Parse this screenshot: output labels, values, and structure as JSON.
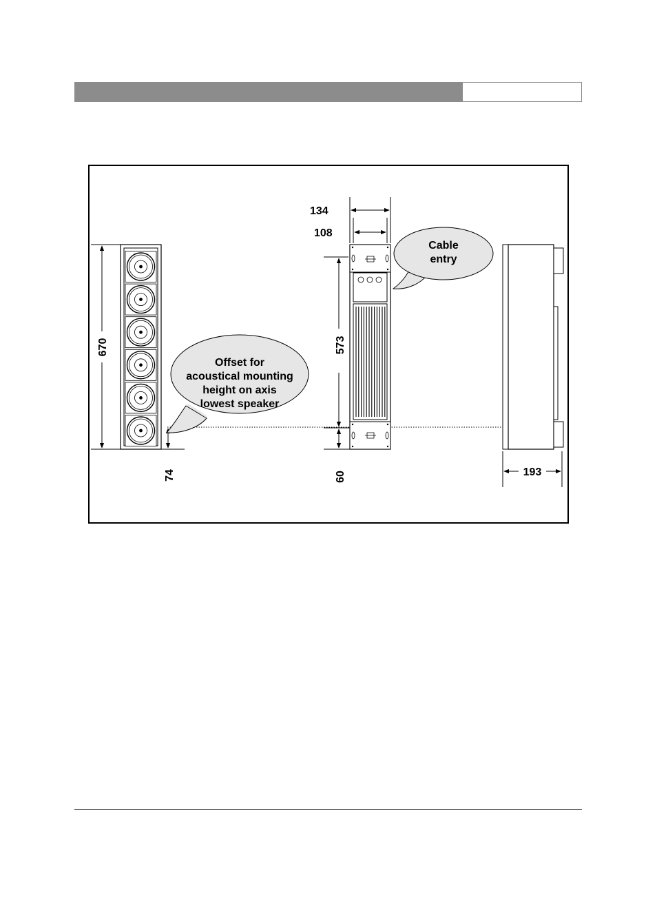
{
  "dimensions": {
    "front_height": "670",
    "offset_front": "74",
    "rear_outer_width": "134",
    "rear_inner_width": "108",
    "rear_hole_spacing": "573",
    "offset_rear": "60",
    "depth": "193"
  },
  "callouts": {
    "cable_entry": [
      "Cable",
      "entry"
    ],
    "offset": [
      "Offset for",
      "acoustical mounting",
      "height on axis",
      "lowest speaker"
    ]
  },
  "colors": {
    "header_bar": "#8c8c8c",
    "callout_fill": "#e6e6e6",
    "stroke": "#000000"
  }
}
